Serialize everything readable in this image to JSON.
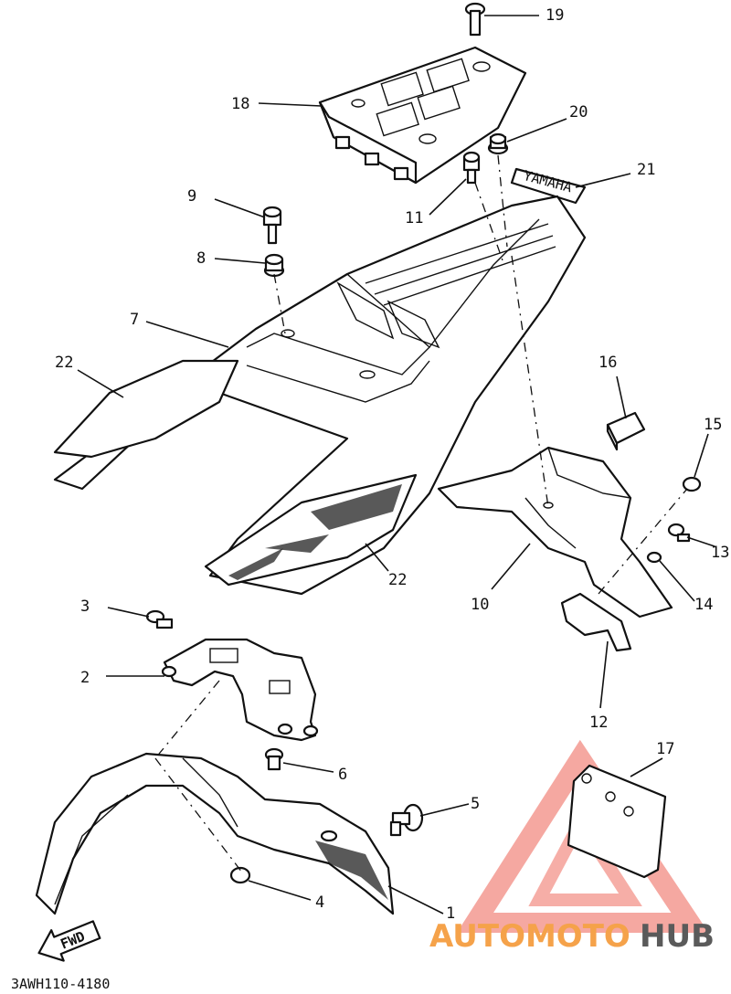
{
  "diagram_code": "3AWH110-4180",
  "fwd_label": "FWD",
  "watermark": {
    "brand_part1": "AUTOMOTO",
    "brand_part2": "HUB",
    "color_orange": "#f5a24a",
    "color_red": "#e53935",
    "color_gray": "#5a5a5a"
  },
  "decal_text": "YAMAHA",
  "callouts": {
    "p1": "1",
    "p2": "2",
    "p3": "3",
    "p4": "4",
    "p5": "5",
    "p6": "6",
    "p7": "7",
    "p8": "8",
    "p9": "9",
    "p10": "10",
    "p11": "11",
    "p12": "12",
    "p13": "13",
    "p14": "14",
    "p15": "15",
    "p16": "16",
    "p17": "17",
    "p18": "18",
    "p19": "19",
    "p20": "20",
    "p21": "21",
    "p22a": "22",
    "p22b": "22"
  }
}
